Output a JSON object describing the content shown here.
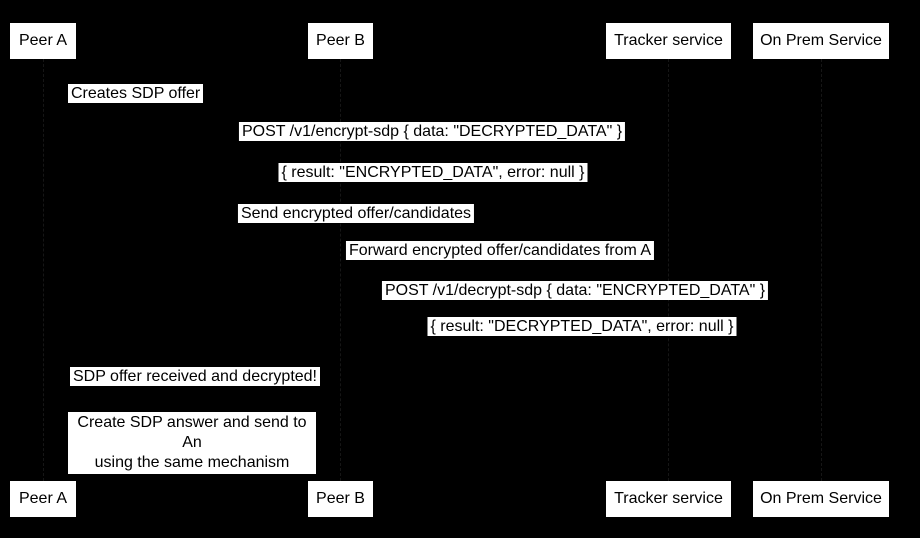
{
  "diagram_type": "sequence",
  "colors": {
    "background": "#000000",
    "box_fill": "#ffffff",
    "text": "#000000"
  },
  "participants": [
    {
      "label": "Peer A"
    },
    {
      "label": "Peer B"
    },
    {
      "label": "Tracker service"
    },
    {
      "label": "On Prem Service"
    }
  ],
  "messages": [
    {
      "label": "Creates SDP offer"
    },
    {
      "label": "POST /v1/encrypt-sdp { data: \"DECRYPTED_DATA\" }"
    },
    {
      "label": "{ result: \"ENCRYPTED_DATA\", error: null }"
    },
    {
      "label": "Send encrypted offer/candidates"
    },
    {
      "label": "Forward encrypted offer/candidates from A"
    },
    {
      "label": "POST /v1/decrypt-sdp { data: \"ENCRYPTED_DATA\" }"
    },
    {
      "label": "{ result: \"DECRYPTED_DATA\", error: null }"
    },
    {
      "label": "SDP offer received and decrypted!"
    }
  ],
  "note": {
    "line1": "Create SDP answer and send to An",
    "line2": "using the same mechanism"
  }
}
